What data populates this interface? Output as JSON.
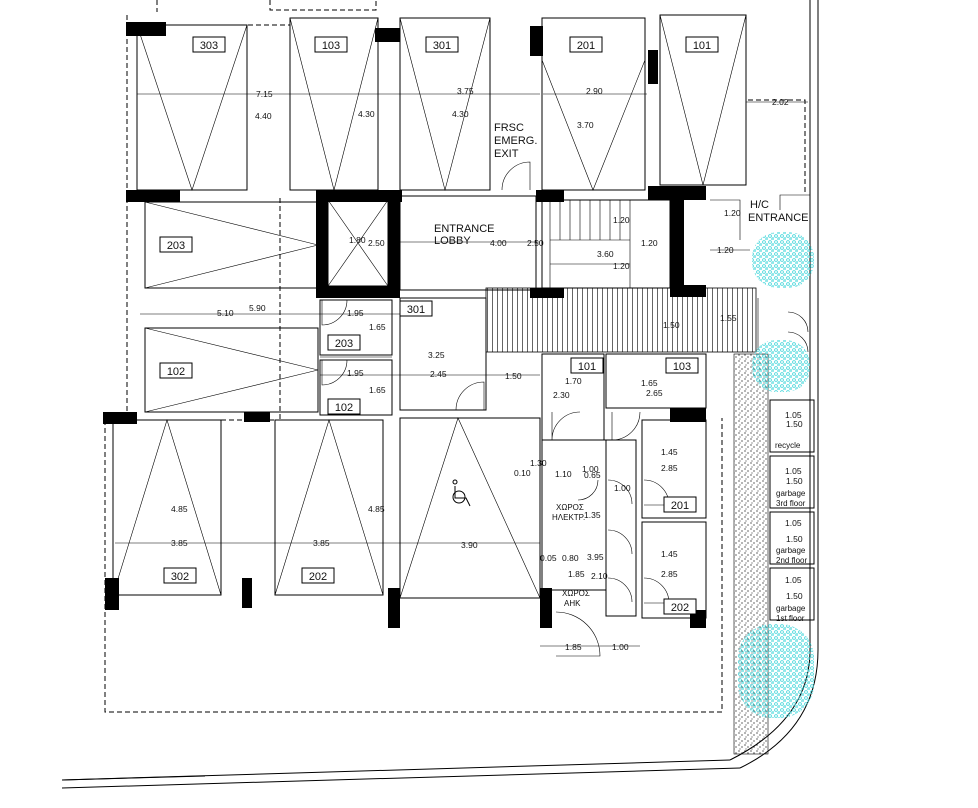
{
  "rooms": {
    "entrance_lobby_1": "ENTRANCE",
    "entrance_lobby_2": "LOBBY",
    "frsc_1": "FRSC",
    "frsc_2": "EMERG.",
    "frsc_3": "EXIT",
    "hc_1": "H/C",
    "hc_2": "ENTRANCE",
    "elec_1": "ΧΩΡΟΣ",
    "elec_2": "ΗΛΕΚΤΡ.",
    "ahk_1": "ΧΩΡΟΣ",
    "ahk_2": "ΑΗΚ",
    "recycle": "recycle",
    "garbage": "garbage",
    "floor3": "3rd floor",
    "floor2": "2nd floor",
    "floor1": "1st floor"
  },
  "tags": {
    "t303": "303",
    "t103": "103",
    "t301": "301",
    "t201": "201",
    "t101": "101",
    "t203": "203",
    "t102": "102",
    "t302": "302",
    "t202": "202"
  },
  "dims": {
    "d715": "7.15",
    "d440": "4.40",
    "d430": "4.30",
    "d375": "3.75",
    "d290": "2.90",
    "d370": "3.70",
    "d202": "2.02",
    "d120": "1.20",
    "d180": "1.80",
    "d250": "2.50",
    "d400": "4.00",
    "d360": "3.60",
    "d510": "5.10",
    "d590": "5.90",
    "d195": "1.95",
    "d165": "1.65",
    "d325": "3.25",
    "d245": "2.45",
    "d150": "1.50",
    "d170": "1.70",
    "d230": "2.30",
    "d265": "2.65",
    "d155": "1.55",
    "d105": "1.05",
    "d130": "1.30",
    "d010": "0.10",
    "d110": "1.10",
    "d100": "1.00",
    "d065": "0.65",
    "d145": "1.45",
    "d285": "2.85",
    "d135": "1.35",
    "d485": "4.85",
    "d385": "3.85",
    "d390": "3.90",
    "d005": "0.05",
    "d080": "0.80",
    "d395": "3.95",
    "d185": "1.85",
    "d210": "2.10"
  }
}
